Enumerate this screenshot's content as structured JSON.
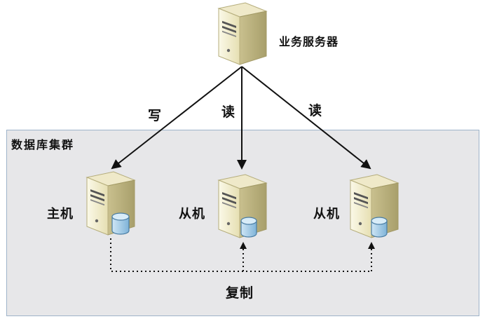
{
  "diagram": {
    "type": "database master-slave read/write architecture",
    "server": {
      "label": "业务服务器"
    },
    "cluster": {
      "label": "数据库集群"
    },
    "nodes": [
      {
        "label": "主机"
      },
      {
        "label": "从机"
      },
      {
        "label": "从机"
      }
    ],
    "edges": {
      "write": "写",
      "read_1": "读",
      "read_2": "读",
      "replicate": "复制"
    },
    "colors": {
      "cluster_fill": "#e7e7e9",
      "cluster_border": "#9eb3c9",
      "arrow": "#111111",
      "server_body": "#f1edcf",
      "server_shadow": "#cdc59a",
      "db_fill": "#a9cfe8"
    }
  }
}
